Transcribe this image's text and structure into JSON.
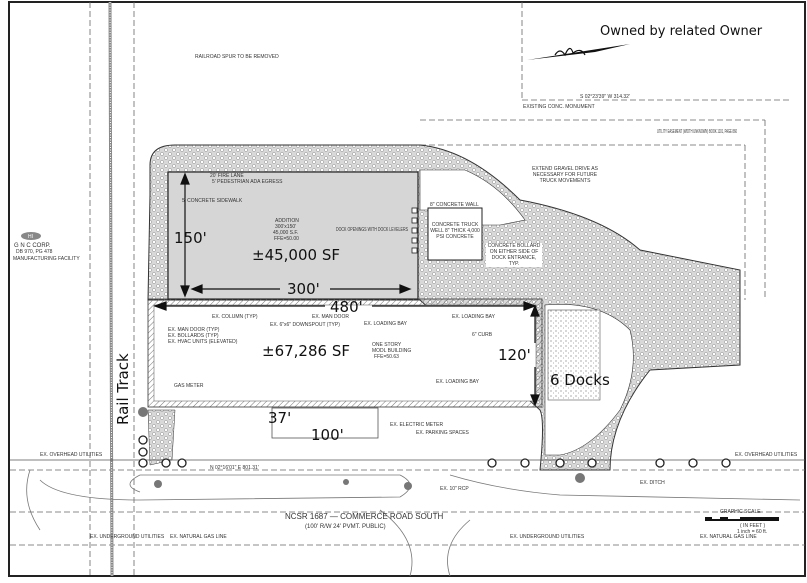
{
  "title_note": "Owned by related Owner",
  "proposed_building": {
    "area": "±45,000 SF",
    "depth": "150'",
    "length": "300'",
    "notes": [
      "ADDITION",
      "300'x150'",
      "45,000 S.F.",
      "FFE=50.00"
    ],
    "dock_note": "DOCK OPENINGS WITH DOCK LEVELERS",
    "sidewalk_note": "5' CONCRETE SIDEWALK",
    "fire_lane_note": "20' FIRE LANE",
    "egress_note": "5' PEDESTRIAN ADA EGRESS"
  },
  "existing_building": {
    "area": "±67,286 SF",
    "length": "480'",
    "depth": "120'",
    "docks": "6 Docks",
    "notes": [
      "ONE STORY",
      "MODL BUILDING",
      "FFE=50.63"
    ],
    "labels": [
      "EX. COLUMN (TYP)",
      "EX. MAN DOOR (TYP)",
      "EX. 6\"x6\" DOWNSPOUT (TYP)",
      "EX. LOADING BAY",
      "EX. MAN DOOR",
      "EX. BOLLARDS (TYP)",
      "EX. HVAC UNITS (ELEVATED)",
      "GAS METER",
      "EX. LOADING BAY",
      "EX. ELECTRIC METER",
      "EX. PARKING SPACES",
      "6\" CURB"
    ]
  },
  "small_building": {
    "width": "37'",
    "length": "100'"
  },
  "truck_court": {
    "label": "CONCRETE TRUCK WELL 8\" THICK 4,000 PSI CONCRETE",
    "wall_label": "8\" CONCRETE WALL",
    "bollard_note": "CONCRETE BOLLARD ON EITHER SIDE OF DOCK ENTRANCE, TYP.",
    "gravel_note": "EXTEND GRAVEL DRIVE AS NECESSARY FOR FUTURE TRUCK MOVEMENTS"
  },
  "rail": {
    "label": "Rail Track",
    "spur_note": "RAILROAD SPUR TO BE REMOVED"
  },
  "neighbor": {
    "badge": "HI",
    "name": "G N C CORP.",
    "deed": "DB 970, PG 478",
    "use": "MANUFACTURING FACILITY"
  },
  "road": {
    "name": "NCSR 1687 — COMMERCE ROAD SOUTH",
    "detail": "(100' R/W 24' PVMT. PUBLIC)",
    "utility_labels": [
      "EX. UNDERGROUND UTILITIES",
      "EX. NATURAL GAS LINE",
      "EX. OVERHEAD UTILITIES",
      "EX. DITCH",
      "EX. 10\" RCP"
    ]
  },
  "boundary": {
    "bearing": "S 02°23'39\" W  314.32'",
    "monument": "EXISTING CONC. MONUMENT",
    "easement": "UTILITY EASEMENT (WIDTH UNKNOWN) BOOK 1101, PAGE 860",
    "bearing_south": "N 02°16'01\" E  801.31'"
  },
  "graphic_scale": {
    "label": "GRAPHIC SCALE",
    "units": "( IN FEET )",
    "ratio": "1 inch = 60 ft."
  }
}
